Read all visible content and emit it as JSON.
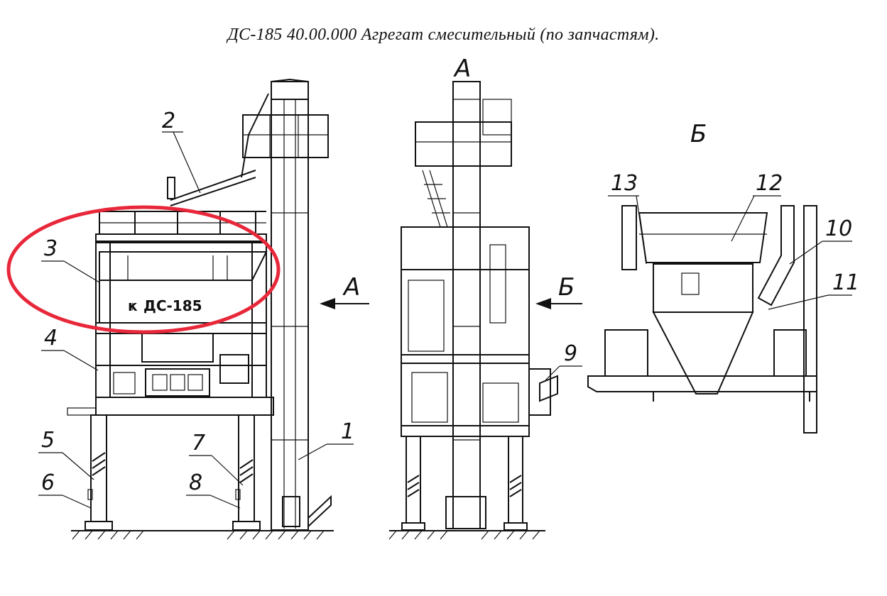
{
  "title": "ДС-185 40.00.000  Агрегат смесительный (по запчастям).",
  "views": {
    "view_a_heading": "А",
    "view_b_heading": "Б",
    "arrow_a_label": "А",
    "arrow_b_label": "Б"
  },
  "brand_label": "ДС-185",
  "callouts": {
    "c1": "1",
    "c2": "2",
    "c3": "3",
    "c4": "4",
    "c5": "5",
    "c6": "6",
    "c7": "7",
    "c8": "8",
    "c9": "9",
    "c10": "10",
    "c11": "11",
    "c12": "12",
    "c13": "13"
  },
  "highlight_color": "#e8283a"
}
